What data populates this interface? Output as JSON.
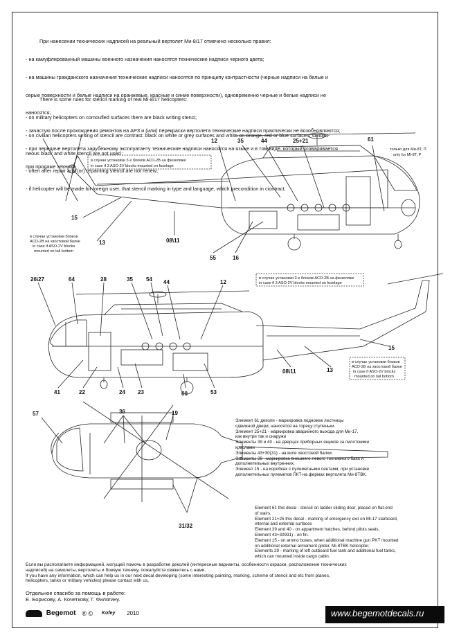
{
  "rules_ru": [
    "При нанесении технических надписей на реальный вертолет Ми-8/17 отмечено несколько правил:",
    "- на камуфлированный машины военного назначения наносятся  технические надписи черного цвета;",
    "- на машины гражданского назначения технические надписи наносятся по принципу контрастности (черные надписи на белые и",
    "серые поверхности и белые надписи на оранжевые, красные и синие поверхности), одновременно черные и белые надписи не",
    "наносятся;",
    "- зачастую после прохождения ремонтов на АРЗ и (или) перекраски вертолета технические надписи практически не возобновляются;",
    "- при передаче вертолета зарубежному эксплуатанту технические надписи наносятся на языке и в том виде, который оговаривается",
    "при продаже техники."
  ],
  "rules_en": [
    "There is some rules for stencil marking of real Mi-8/17 helicopters:",
    "- on military  helicopters on comoufled surfaces there are black writing stenci;",
    "- on civilian helicopters writing of stencil are contrast: black on white or grey  surfaces  and white on orange, red or blue surfaces, simulta-",
    "neous  black and white stencil are not used ;",
    "- often after repair and (or)  repainting stencil are not renew;",
    "- if helicopter will be made for foreign user, that stencil marking in type and language, which  precondition in ciontract."
  ],
  "side_view_top": {
    "callouts": [
      "12",
      "35",
      "44",
      "25+21",
      "61",
      "15",
      "13",
      "08\\11",
      "55",
      "16"
    ],
    "note_aso_fuselage_ru": "в случае установки 3-х блоков  АСО-2В на фюзеляже",
    "note_aso_fuselage_en": "in case if 3 ASO-2V blocks mounted on fuselage",
    "note_mi8t_ru": "только для Ми-8Т, П",
    "note_mi8t_en": "only  for Mi-8T, P",
    "note_tail_ru_1": "в случае установки  блоков",
    "note_tail_ru_2": "АСО-2В на хвостовой балке",
    "note_tail_en_1": "in case if  ASO-2V blocks",
    "note_tail_en_2": "mounted on tail bottom"
  },
  "side_view_bottom": {
    "callouts": [
      "26\\27",
      "64",
      "28",
      "35",
      "54",
      "44",
      "12",
      "15",
      "13",
      "08\\11",
      "41",
      "22",
      "24",
      "23",
      "60",
      "53"
    ],
    "note_aso_fuselage_ru": "в случае установки 3-х блоков  АСО-2В на фюзеляже",
    "note_aso_fuselage_en": "in case if 3 ASO-2V blocks mounted on fuselage",
    "note_tail_ru_1": "в случае установки  блоков",
    "note_tail_ru_2": "АСО-2В на хвостовой балке",
    "note_tail_en_1": "in case if  ASO-2V blocks",
    "note_tail_en_2": "mounted on tail bottom"
  },
  "top_view": {
    "callouts": [
      "57",
      "36",
      "19",
      "31/32"
    ]
  },
  "notes_ru": [
    "Элемент 61 деколи - маркировка подножек лестницы",
    "сдвижной двери, наносятся на торецу ступеньки.",
    "Элемент 25+21 - маркировка аварийного выхода для Ми-17,",
    "как внутри так и снаружи",
    "Элементы 39 и 40 - на дверцах приборных ящиков за пилотскими",
    "креслами",
    "Элементы 43+30(31) - на киле хвостовой балки;",
    "Элементы 29 - маркировка внешнего левого топливного бака и",
    "дополнительных внутренних.",
    "Элемент 15 - на коробках с пулеметными лентами, при установке",
    "дополнительных пулеметов ПКТ на фермах вертолета Ми-8ТВК."
  ],
  "notes_en": [
    "Element 61 this decal - stencil on ladder sliding door, placed on flat-end",
    "of stairs.",
    "Element 21+25 this decal - marking of emergency  exit on Mi-17 starboard,",
    "internal and external surfaces",
    "Element 39 and 40 - on appartment hatches, behind pilots seats.",
    "Element 43+30931) - on fin.",
    "Element 15 - on ammo boxes, when additional machine gun PKT mounted",
    " on  additional external armament girder, Mi-8TBK helicopter.",
    "Elements 29 - marking of left outboard fuel tank and additional fuel tanks,",
    "which can mounted inside cargo cabin."
  ],
  "contact": [
    "Если вы располагаете информацией, могущей помочь в разработке деколей (интересные варианты, особенности окраски, расположение технических",
    "надписей) на самолеты, вертолеты и боевую технику, пожалуйста свяжитесь с нами.",
    "If you have any  information, which  can help us in our next decal  developing (some interesting painting, marking, scheme of stencil and etc  from  planes,",
    "helicopters, tanks or military  vehicles) please contact with  us."
  ],
  "thanks": [
    "Отдельное спасибо за помощь в работе:",
    "Е. Борисову, А. Кочеткову, Г. Филягину."
  ],
  "footer": {
    "brand": "Begemot",
    "marks": "® ©",
    "author": "Kofey",
    "year": "2010",
    "website": "www.begemotdecals.ru"
  }
}
